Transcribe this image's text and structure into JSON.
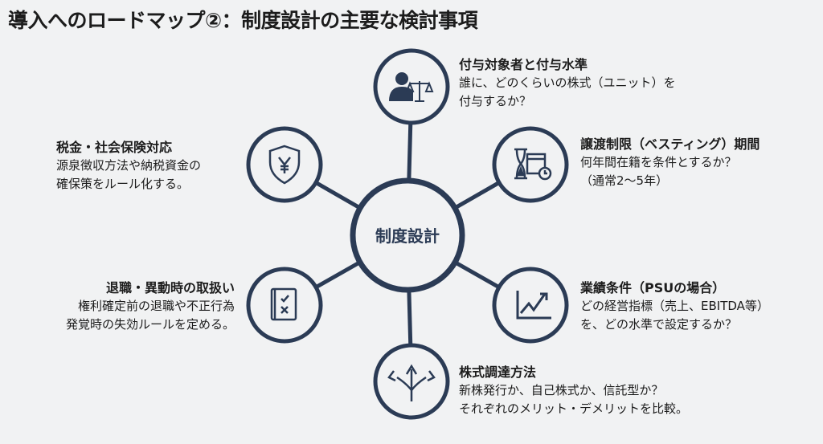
{
  "title": "導入へのロードマップ②：制度設計の主要な検討事項",
  "center": "制度設計",
  "colors": {
    "accent": "#2b3b55",
    "background": "#f1f2f3"
  },
  "items": [
    {
      "icon": "person-scale-icon",
      "heading": "付与対象者と付与水準",
      "lines": [
        "誰に、どのくらいの株式（ユニット）を",
        "付与するか？"
      ]
    },
    {
      "icon": "hourglass-calendar-icon",
      "heading": "譲渡制限（ベスティング）期間",
      "lines": [
        "何年間在籍を条件とするか？",
        "（通常2〜5年）"
      ]
    },
    {
      "icon": "growth-chart-icon",
      "heading": "業績条件（PSUの場合）",
      "lines": [
        "どの経営指標（売上、EBITDA等）",
        "を、どの水準で設定するか？"
      ]
    },
    {
      "icon": "split-arrows-icon",
      "heading": "株式調達方法",
      "lines": [
        "新株発行か、自己株式か、信託型か？",
        "それぞれのメリット・デメリットを比較。"
      ]
    },
    {
      "icon": "checklist-book-icon",
      "heading": "退職・異動時の取扱い",
      "lines": [
        "権利確定前の退職や不正行為",
        "発覚時の失効ルールを定める。"
      ]
    },
    {
      "icon": "yen-shield-icon",
      "heading": "税金・社会保険対応",
      "lines": [
        "源泉徴収方法や納税資金の",
        "確保策をルール化する。"
      ]
    }
  ]
}
